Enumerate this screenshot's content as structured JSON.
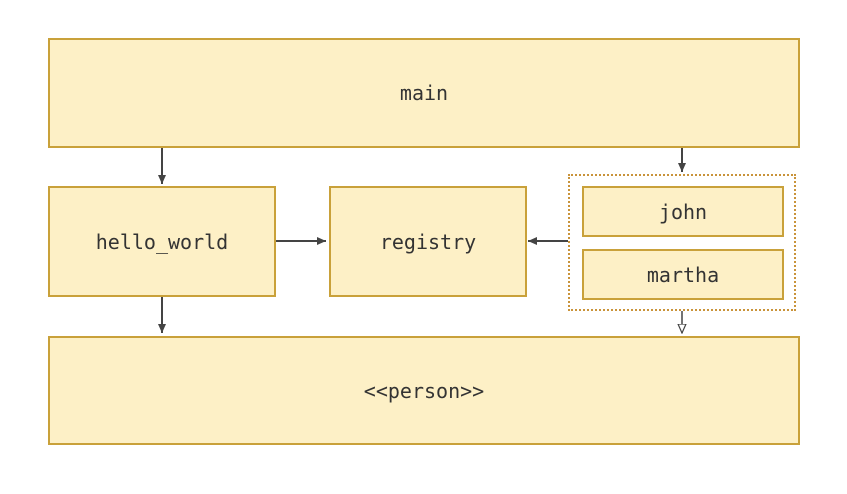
{
  "nodes": {
    "main": "main",
    "hello_world": "hello_world",
    "registry": "registry",
    "john": "john",
    "martha": "martha",
    "person": "<<person>>"
  },
  "colors": {
    "box_fill": "#fdf0c6",
    "box_border": "#c9a13a",
    "group_border": "#c9933a",
    "edge": "#444444",
    "text": "#333333"
  },
  "edges": [
    {
      "from": "main",
      "to": "hello_world",
      "style": "solid-arrow"
    },
    {
      "from": "main",
      "to": "john-martha-group",
      "style": "solid-arrow"
    },
    {
      "from": "hello_world",
      "to": "registry",
      "style": "solid-arrow"
    },
    {
      "from": "john-martha-group",
      "to": "registry",
      "style": "solid-arrow"
    },
    {
      "from": "hello_world",
      "to": "person",
      "style": "solid-arrow"
    },
    {
      "from": "john-martha-group",
      "to": "person",
      "style": "hollow-arrow"
    }
  ]
}
